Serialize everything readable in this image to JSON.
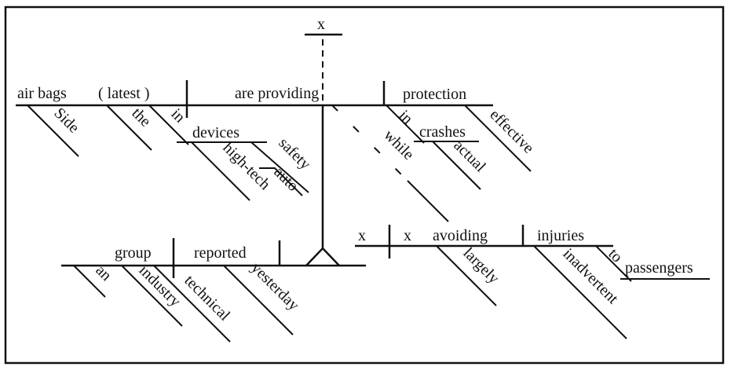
{
  "diagram": {
    "main_clause": {
      "subject": "air bags",
      "appositive": "( latest )",
      "verb": "are providing",
      "object": "protection",
      "modifiers": {
        "side": "Side",
        "the": "the",
        "in": "in",
        "devices": "devices",
        "high_tech": "high-tech",
        "safety": "safety",
        "auto": "auto",
        "in2": "in",
        "crashes": "crashes",
        "actual": "actual",
        "effective": "effective",
        "while": "while"
      }
    },
    "top_placeholder": "x",
    "subordinate_clause": {
      "subject_x": "x",
      "verb_x": "x",
      "verb": "avoiding",
      "object": "injuries",
      "modifiers": {
        "largely": "largely",
        "inadvertent": "inadvertent",
        "to": "to",
        "passengers": "passengers"
      }
    },
    "attribution_clause": {
      "subject": "group",
      "verb": "reported",
      "modifiers": {
        "an": "an",
        "industry": "industry",
        "technical": "technical",
        "yesterday": "yesterday"
      }
    }
  }
}
